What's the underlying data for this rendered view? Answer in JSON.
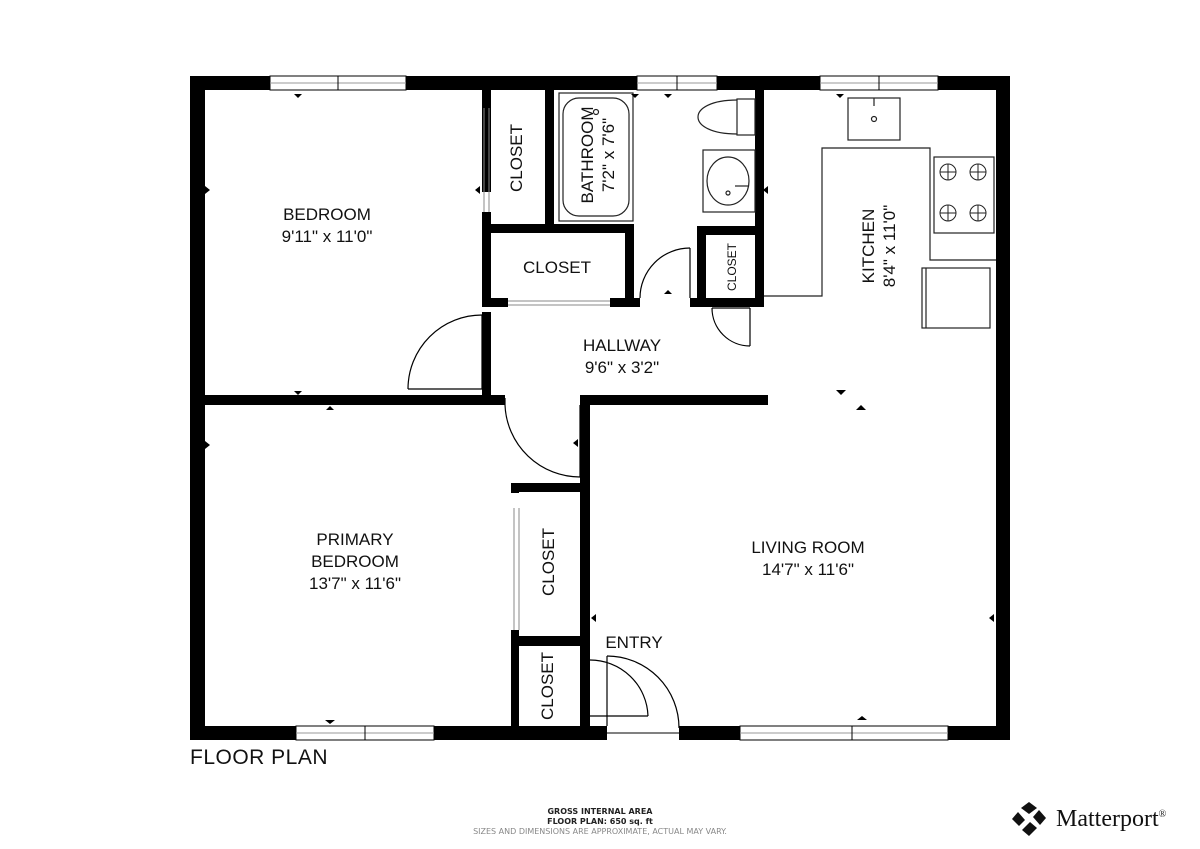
{
  "plan_title": "FLOOR PLAN",
  "rooms": {
    "bedroom": {
      "name": "BEDROOM",
      "size": "9'11\" x 11'0\""
    },
    "closet_bedroom": {
      "name": "CLOSET"
    },
    "bathroom": {
      "name": "BATHROOM",
      "size": "7'2\" x 7'6\""
    },
    "closet_hall": {
      "name": "CLOSET"
    },
    "closet_small": {
      "name": "CLOSET"
    },
    "kitchen": {
      "name": "KITCHEN",
      "size": "8'4\" x 11'0\""
    },
    "hallway": {
      "name": "HALLWAY",
      "size": "9'6\" x 3'2\""
    },
    "primary_bedroom": {
      "name_line1": "PRIMARY",
      "name_line2": "BEDROOM",
      "size": "13'7\" x 11'6\""
    },
    "closet_primary": {
      "name": "CLOSET"
    },
    "closet_entry": {
      "name": "CLOSET"
    },
    "living_room": {
      "name": "LIVING ROOM",
      "size": "14'7\" x 11'6\""
    },
    "entry": {
      "name": "ENTRY"
    }
  },
  "footer": {
    "gia_title": "GROSS INTERNAL AREA",
    "gia_area": "FLOOR PLAN: 650 sq. ft",
    "note": "SIZES AND DIMENSIONS ARE APPROXIMATE, ACTUAL MAY VARY."
  },
  "brand": {
    "name": "Matterport",
    "mark": "®"
  },
  "colors": {
    "wall": "#000000",
    "background": "#ffffff",
    "fixture_stroke": "#222222",
    "window": "#bbbbbb"
  }
}
